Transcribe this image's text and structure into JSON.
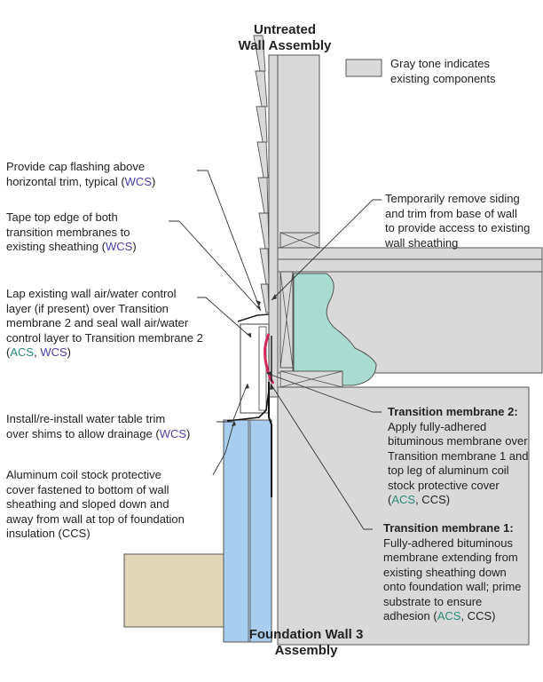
{
  "titles": {
    "top_line1": "Untreated",
    "top_line2": "Wall Assembly",
    "bottom_line1": "Foundation Wall 3",
    "bottom_line2": "Assembly"
  },
  "legend": {
    "line1": "Gray tone indicates",
    "line2": "existing components",
    "swatch_color": "#d9d9d9"
  },
  "colors": {
    "existing_gray": "#d9d9d9",
    "insulation_teal": "#a8dcd0",
    "foundation_insulation_blue": "#a9cdee",
    "membrane_red": "#d2285a",
    "grade_tan": "#e2d6b8",
    "tag_acs": "#2a8a7a",
    "tag_wcs": "#4a3fa8",
    "tag_ccs": "#444444"
  },
  "callouts": {
    "cap_flashing": {
      "line1": "Provide cap flashing above",
      "line2_text": "horizontal trim, typical (",
      "line2_tag": "WCS",
      "line2_end": ")"
    },
    "tape_top": {
      "line1": "Tape top edge of both",
      "line2": "transition membranes to",
      "line3_text": "existing sheathing (",
      "line3_tag": "WCS",
      "line3_end": ")"
    },
    "lap_existing": {
      "line1": "Lap existing wall air/water control",
      "line2": "layer (if present) over Transition",
      "line3": "membrane 2 and seal wall air/water",
      "line4": "control layer to Transition membrane 2",
      "line5_open": "(",
      "line5_tag1": "ACS",
      "line5_sep": ", ",
      "line5_tag2": "WCS",
      "line5_end": ")"
    },
    "water_table": {
      "line1": "Install/re-install water table trim",
      "line2_text": "over shims to allow drainage (",
      "line2_tag": "WCS",
      "line2_end": ")"
    },
    "aluminum_cover": {
      "line1": "Aluminum coil stock protective",
      "line2": "cover fastened to bottom of wall",
      "line3": "sheathing and sloped down and",
      "line4": "away from wall at top of foundation",
      "line5": "insulation (CCS)"
    },
    "remove_siding": {
      "line1": "Temporarily remove siding",
      "line2": "and trim from base of wall",
      "line3": "to provide access to existing",
      "line4": "wall sheathing"
    },
    "membrane2": {
      "heading": "Transition membrane 2:",
      "line1": "Apply fully-adhered",
      "line2": "bituminous membrane over",
      "line3": "Transition membrane 1 and",
      "line4": "top leg of aluminum coil",
      "line5": "stock protective cover",
      "line6_open": "(",
      "line6_tag1": "ACS",
      "line6_rest": ", CCS)"
    },
    "membrane1": {
      "heading": "Transition membrane 1:",
      "line1": "Fully-adhered bituminous",
      "line2": "membrane extending from",
      "line3": "existing sheathing down",
      "line4": "onto foundation wall; prime",
      "line5": "substrate to ensure",
      "line6_open": "adhesion (",
      "line6_tag1": "ACS",
      "line6_rest": ", CCS)"
    }
  }
}
